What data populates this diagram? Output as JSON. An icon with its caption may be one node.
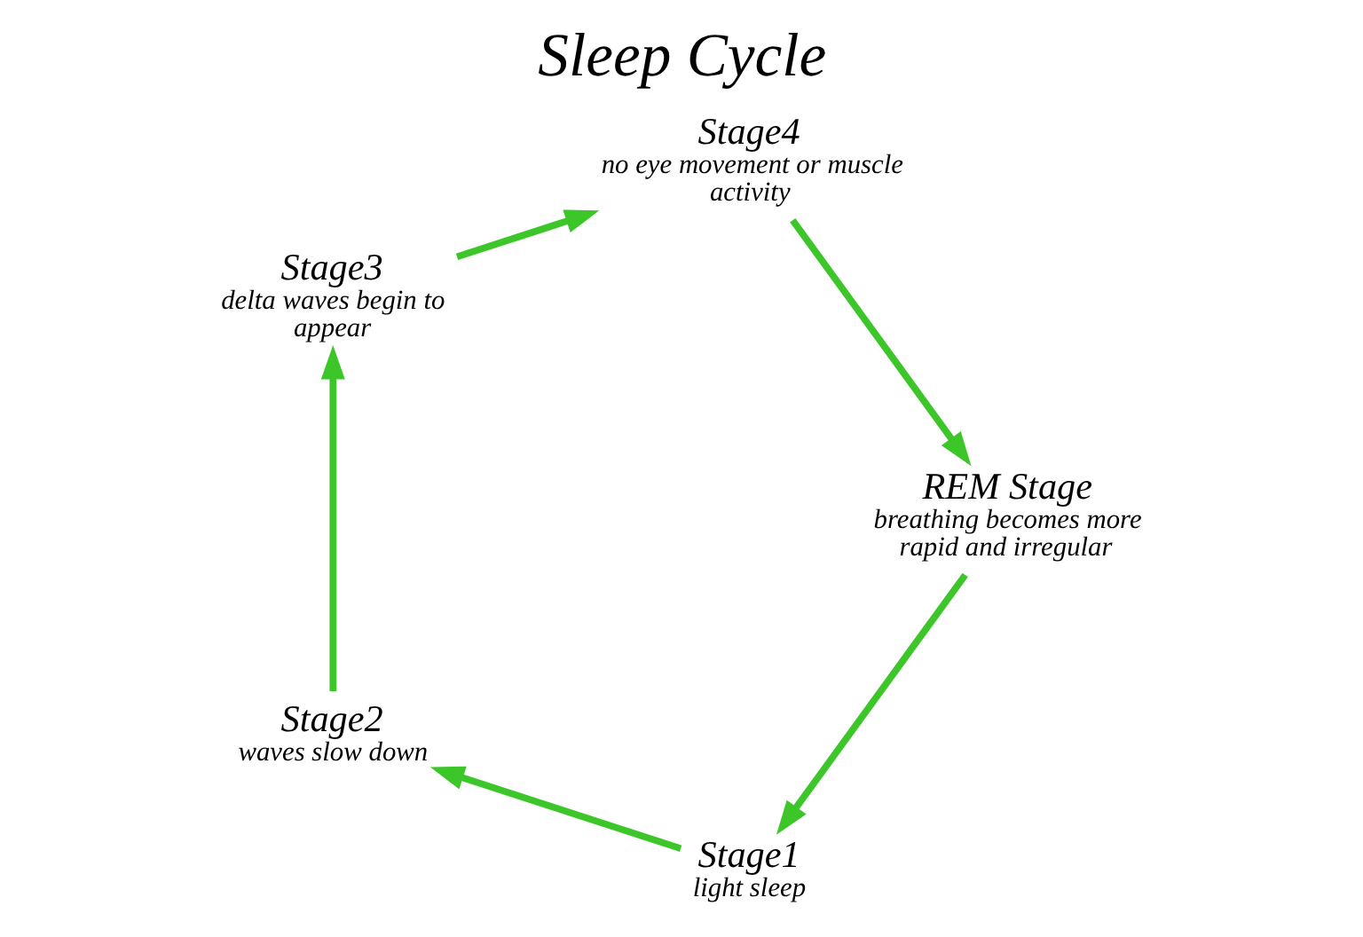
{
  "diagram": {
    "title": "Sleep Cycle",
    "nodes": [
      {
        "text": [
          "Stage1",
          "light sleep"
        ]
      },
      {
        "text": [
          "Stage2",
          "waves slow down"
        ]
      },
      {
        "text": [
          "Stage3",
          "delta waves begin to appear"
        ]
      },
      {
        "text": [
          "Stage4",
          "no eye movement or muscle activity"
        ]
      },
      {
        "text": [
          "REM Stage",
          "breathing becomes more rapid and irregular"
        ]
      }
    ],
    "edges": [
      {
        "from": 0,
        "to": 1,
        "arrow": "to"
      },
      {
        "from": 1,
        "to": 2,
        "arrow": "to"
      },
      {
        "from": 2,
        "to": 3,
        "arrow": "to"
      },
      {
        "from": 3,
        "to": 4,
        "arrow": "to"
      },
      {
        "from": 4,
        "to": 0,
        "arrow": "to"
      }
    ]
  }
}
